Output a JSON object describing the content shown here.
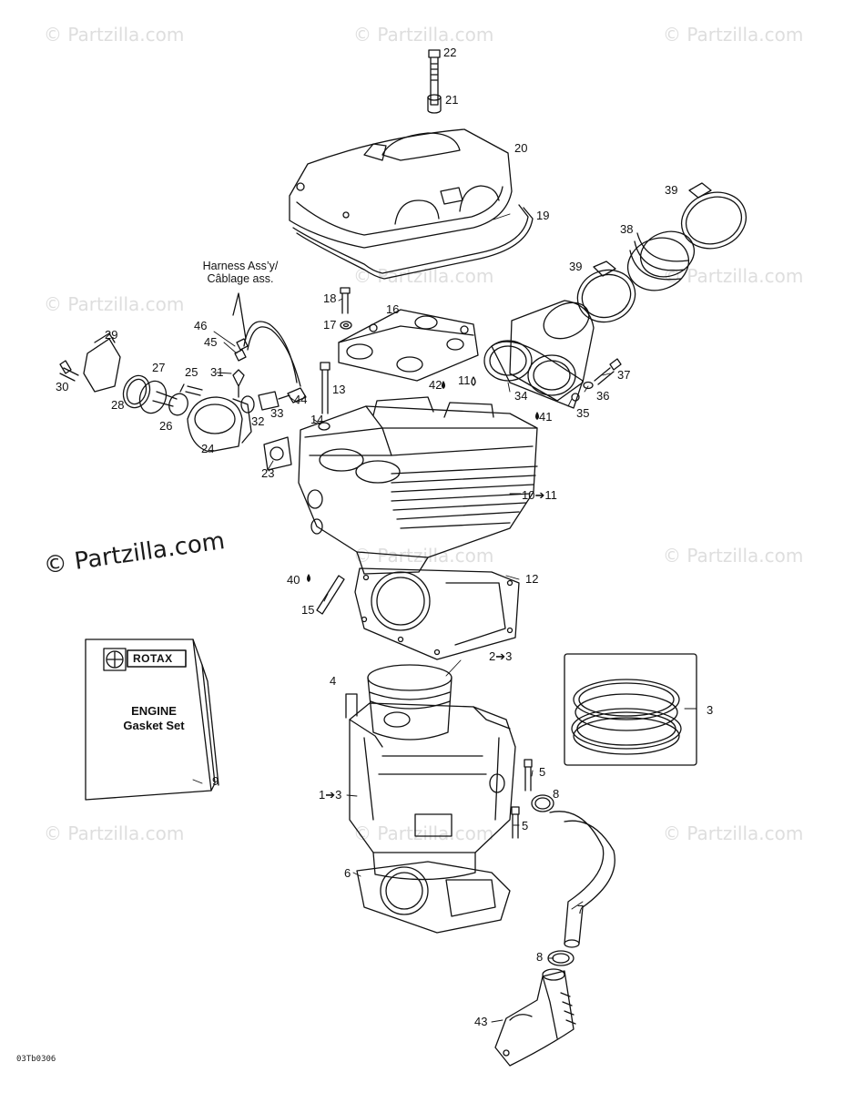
{
  "watermark": {
    "text": "© Partzilla.com",
    "big_text": "© Partzilla.com"
  },
  "callouts": [
    {
      "id": "22",
      "text": "22"
    },
    {
      "id": "21",
      "text": "21"
    },
    {
      "id": "20",
      "text": "20"
    },
    {
      "id": "19",
      "text": "19"
    },
    {
      "id": "39a",
      "text": "39"
    },
    {
      "id": "38",
      "text": "38"
    },
    {
      "id": "39b",
      "text": "39"
    },
    {
      "id": "18",
      "text": "18"
    },
    {
      "id": "16",
      "text": "16"
    },
    {
      "id": "17",
      "text": "17"
    },
    {
      "id": "46",
      "text": "46"
    },
    {
      "id": "45",
      "text": "45"
    },
    {
      "id": "29",
      "text": "29"
    },
    {
      "id": "27",
      "text": "27"
    },
    {
      "id": "25",
      "text": "25"
    },
    {
      "id": "31",
      "text": "31"
    },
    {
      "id": "30",
      "text": "30"
    },
    {
      "id": "28",
      "text": "28"
    },
    {
      "id": "26",
      "text": "26"
    },
    {
      "id": "24",
      "text": "24"
    },
    {
      "id": "32",
      "text": "32"
    },
    {
      "id": "33",
      "text": "33"
    },
    {
      "id": "44",
      "text": "44"
    },
    {
      "id": "13",
      "text": "13"
    },
    {
      "id": "14",
      "text": "14"
    },
    {
      "id": "23",
      "text": "23"
    },
    {
      "id": "42",
      "text": "42"
    },
    {
      "id": "11",
      "text": "11"
    },
    {
      "id": "34",
      "text": "34"
    },
    {
      "id": "35",
      "text": "35"
    },
    {
      "id": "36",
      "text": "36"
    },
    {
      "id": "37",
      "text": "37"
    },
    {
      "id": "41",
      "text": "41"
    },
    {
      "id": "10-11",
      "text": "10➔11"
    },
    {
      "id": "40",
      "text": "40"
    },
    {
      "id": "12",
      "text": "12"
    },
    {
      "id": "15",
      "text": "15"
    },
    {
      "id": "2-3",
      "text": "2➔3"
    },
    {
      "id": "4",
      "text": "4"
    },
    {
      "id": "3",
      "text": "3"
    },
    {
      "id": "9",
      "text": "9"
    },
    {
      "id": "5a",
      "text": "5"
    },
    {
      "id": "8a",
      "text": "8"
    },
    {
      "id": "1-3",
      "text": "1➔3"
    },
    {
      "id": "5b",
      "text": "5"
    },
    {
      "id": "6",
      "text": "6"
    },
    {
      "id": "7",
      "text": "7"
    },
    {
      "id": "8b",
      "text": "8"
    },
    {
      "id": "43",
      "text": "43"
    }
  ],
  "harness_note": {
    "line1": "Harness Ass’y/",
    "line2": "Câblage ass."
  },
  "gasket_kit": {
    "brand": "ROTAX",
    "title_line1": "ENGINE",
    "title_line2": "Gasket Set"
  },
  "drawing_code": "03Tb0306",
  "colors": {
    "ink": "#111111",
    "watermark": "#dedede"
  }
}
